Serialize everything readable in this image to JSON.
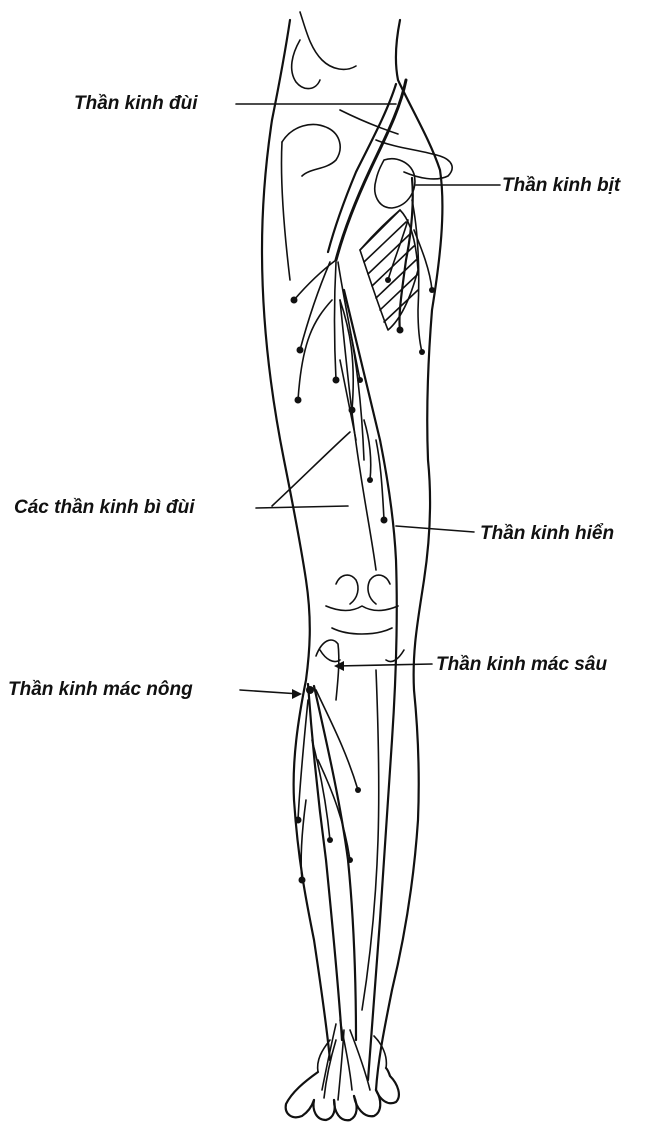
{
  "labels": {
    "femoral": "Thần kinh đùi",
    "obturator": "Thần kinh bịt",
    "cutaneous_femoral": "Các thần kinh bì đùi",
    "saphenous": "Thần kinh hiển",
    "superficial_peroneal": "Thần kinh mác nông",
    "deep_peroneal": "Thần kinh mác sâu"
  },
  "colors": {
    "ink": "#111111",
    "background": "#ffffff"
  }
}
